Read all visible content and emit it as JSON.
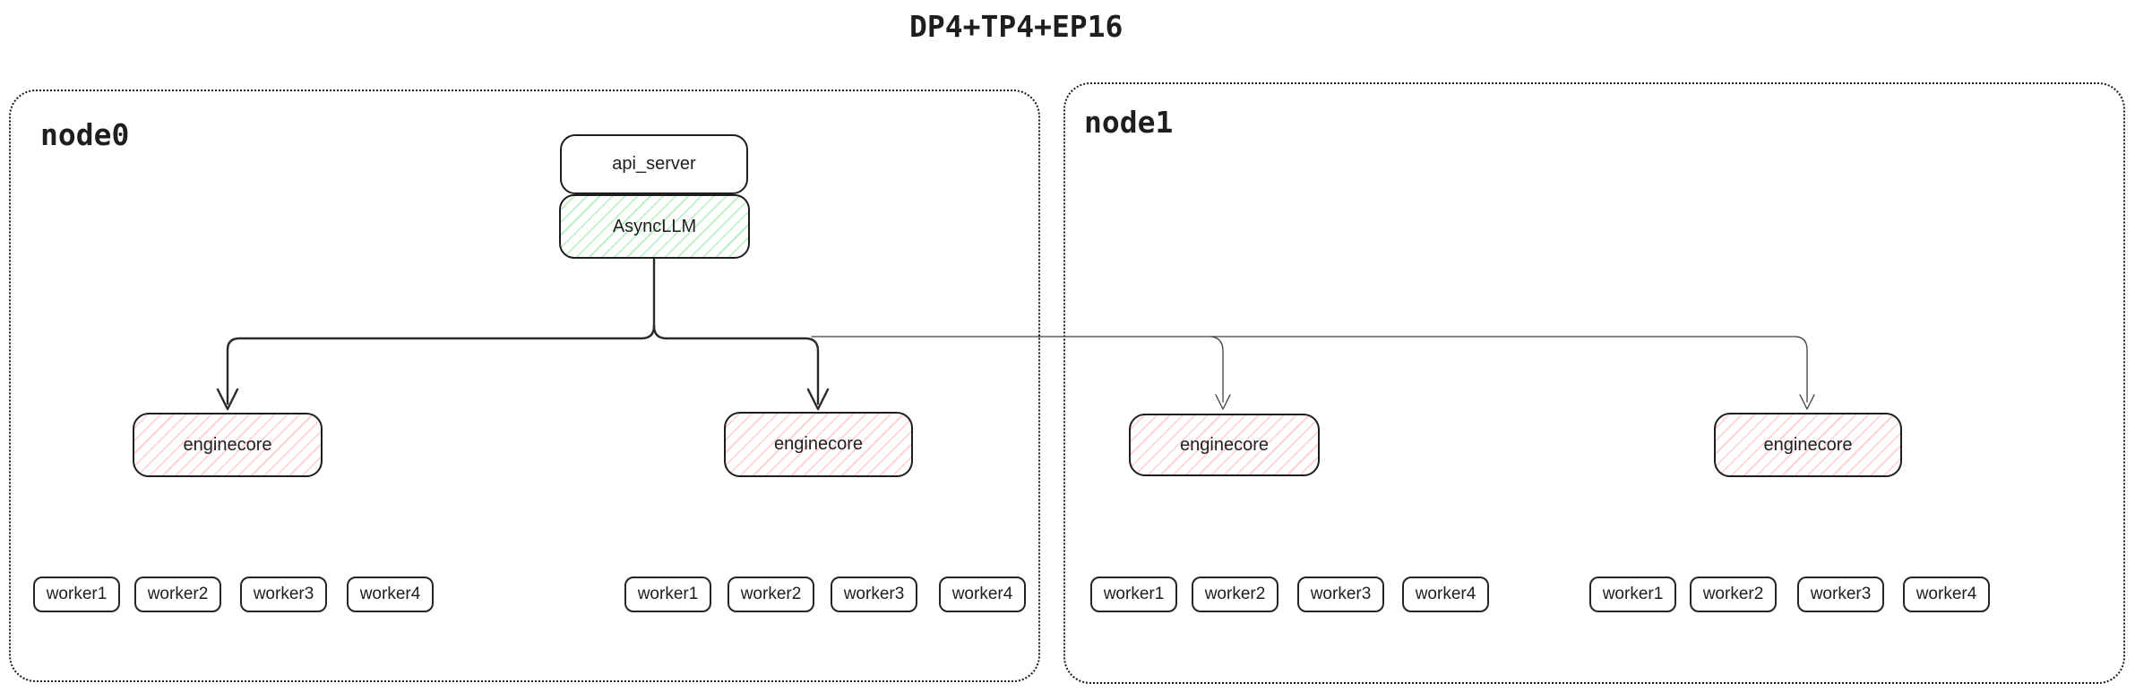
{
  "title": "DP4+TP4+EP16",
  "colors": {
    "stroke": "#1e1e1e",
    "green_hatch": "#69db7c",
    "red_hatch": "#ff8787"
  },
  "node0": {
    "label": "node0",
    "api_server_label": "api_server",
    "async_llm_label": "AsyncLLM",
    "enginecore1": {
      "label": "enginecore",
      "workers": [
        "worker1",
        "worker2",
        "worker3",
        "worker4"
      ]
    },
    "enginecore2": {
      "label": "enginecore",
      "workers": [
        "worker1",
        "worker2",
        "worker3",
        "worker4"
      ]
    }
  },
  "node1": {
    "label": "node1",
    "enginecore1": {
      "label": "enginecore",
      "workers": [
        "worker1",
        "worker2",
        "worker3",
        "worker4"
      ]
    },
    "enginecore2": {
      "label": "enginecore",
      "workers": [
        "worker1",
        "worker2",
        "worker3",
        "worker4"
      ]
    }
  }
}
